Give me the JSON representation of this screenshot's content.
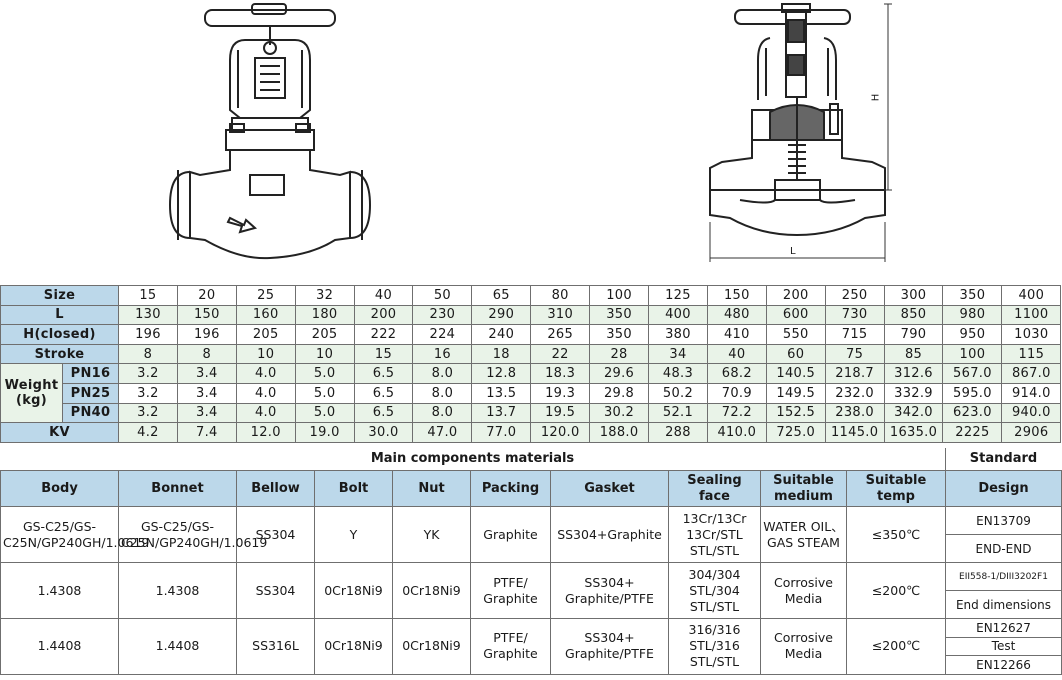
{
  "drawing": {
    "dim_h": "H",
    "dim_l": "L"
  },
  "size_table": {
    "rows": [
      {
        "label": "Size",
        "values": [
          "15",
          "20",
          "25",
          "32",
          "40",
          "50",
          "65",
          "80",
          "100",
          "125",
          "150",
          "200",
          "250",
          "300",
          "350",
          "400"
        ]
      },
      {
        "label": "L",
        "values": [
          "130",
          "150",
          "160",
          "180",
          "200",
          "230",
          "290",
          "310",
          "350",
          "400",
          "480",
          "600",
          "730",
          "850",
          "980",
          "1100"
        ]
      },
      {
        "label": "H(closed)",
        "values": [
          "196",
          "196",
          "205",
          "205",
          "222",
          "224",
          "240",
          "265",
          "350",
          "380",
          "410",
          "550",
          "715",
          "790",
          "950",
          "1030"
        ]
      },
      {
        "label": "Stroke",
        "values": [
          "8",
          "8",
          "10",
          "10",
          "15",
          "16",
          "18",
          "22",
          "28",
          "34",
          "40",
          "60",
          "75",
          "85",
          "100",
          "115"
        ]
      }
    ],
    "weight": {
      "label": "Weight\n(kg)",
      "rows": [
        {
          "label": "PN16",
          "values": [
            "3.2",
            "3.4",
            "4.0",
            "5.0",
            "6.5",
            "8.0",
            "12.8",
            "18.3",
            "29.6",
            "48.3",
            "68.2",
            "140.5",
            "218.7",
            "312.6",
            "567.0",
            "867.0"
          ]
        },
        {
          "label": "PN25",
          "values": [
            "3.2",
            "3.4",
            "4.0",
            "5.0",
            "6.5",
            "8.0",
            "13.5",
            "19.3",
            "29.8",
            "50.2",
            "70.9",
            "149.5",
            "232.0",
            "332.9",
            "595.0",
            "914.0"
          ]
        },
        {
          "label": "PN40",
          "values": [
            "3.2",
            "3.4",
            "4.0",
            "5.0",
            "6.5",
            "8.0",
            "13.7",
            "19.5",
            "30.2",
            "52.1",
            "72.2",
            "152.5",
            "238.0",
            "342.0",
            "623.0",
            "940.0"
          ]
        }
      ]
    },
    "kv": {
      "label": "KV",
      "values": [
        "4.2",
        "7.4",
        "12.0",
        "19.0",
        "30.0",
        "47.0",
        "77.0",
        "120.0",
        "188.0",
        "288",
        "410.0",
        "725.0",
        "1145.0",
        "1635.0",
        "2225",
        "2906"
      ]
    }
  },
  "materials": {
    "title": "Main components materials",
    "standard_title": "Standard",
    "headers": [
      "Body",
      "Bonnet",
      "Bellow",
      "Bolt",
      "Nut",
      "Packing",
      "Gasket",
      "Sealing face",
      "Suitable medium",
      "Suitable temp",
      "Design"
    ],
    "rows": [
      {
        "cells": [
          "GS-C25/GS-C25N/GP240GH/1.0619",
          "GS-C25/GS-C25N/GP240GH/1.0619",
          "SS304",
          "Y",
          "YK",
          "Graphite",
          "SS304+Graphite",
          "13Cr/13Cr 13Cr/STL STL/STL",
          "WATER OIL、GAS STEAM",
          "≤350℃"
        ],
        "std": [
          "EN13709",
          "END-END"
        ]
      },
      {
        "cells": [
          "1.4308",
          "1.4308",
          "SS304",
          "0Cr18Ni9",
          "0Cr18Ni9",
          "PTFE/ Graphite",
          "SS304+ Graphite/PTFE",
          "304/304 STL/304 STL/STL",
          "Corrosive Media",
          "≤200℃"
        ],
        "std": [
          "EII558-1/DIII3202F1",
          "End dimensions"
        ]
      },
      {
        "cells": [
          "1.4408",
          "1.4408",
          "SS316L",
          "0Cr18Ni9",
          "0Cr18Ni9",
          "PTFE/ Graphite",
          "SS304+ Graphite/PTFE",
          "316/316 STL/316 STL/STL",
          "Corrosive Media",
          "≤200℃"
        ],
        "std": [
          "EN12627",
          "Test",
          "EN12266"
        ]
      }
    ]
  }
}
